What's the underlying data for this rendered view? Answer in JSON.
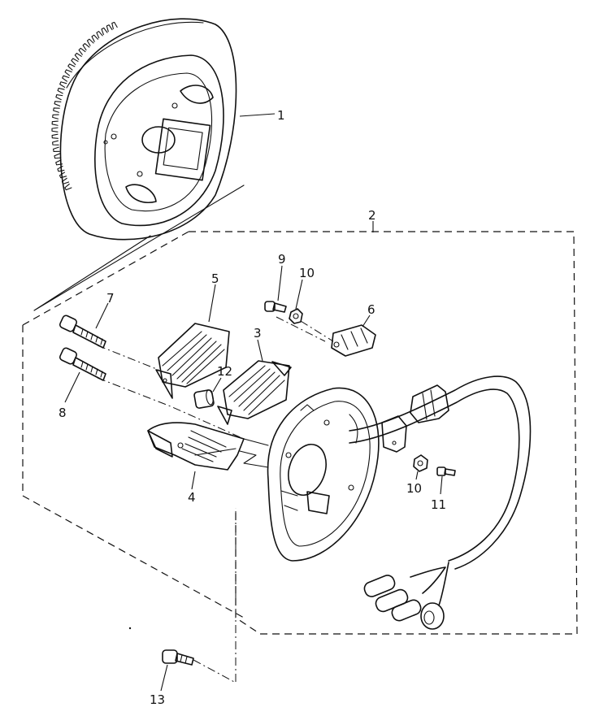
{
  "callouts": [
    {
      "id": "c1",
      "text": "1"
    },
    {
      "id": "c2",
      "text": "2"
    },
    {
      "id": "c3",
      "text": "3"
    },
    {
      "id": "c4",
      "text": "4"
    },
    {
      "id": "c5",
      "text": "5"
    },
    {
      "id": "c6",
      "text": "6"
    },
    {
      "id": "c7",
      "text": "7"
    },
    {
      "id": "c8",
      "text": "8"
    },
    {
      "id": "c9",
      "text": "9"
    },
    {
      "id": "c10a",
      "text": "10"
    },
    {
      "id": "c10b",
      "text": "10"
    },
    {
      "id": "c11",
      "text": "11"
    },
    {
      "id": "c12",
      "text": "12"
    },
    {
      "id": "c13",
      "text": "13"
    }
  ],
  "colors": {
    "ink": "#111111",
    "paper": "#ffffff"
  }
}
